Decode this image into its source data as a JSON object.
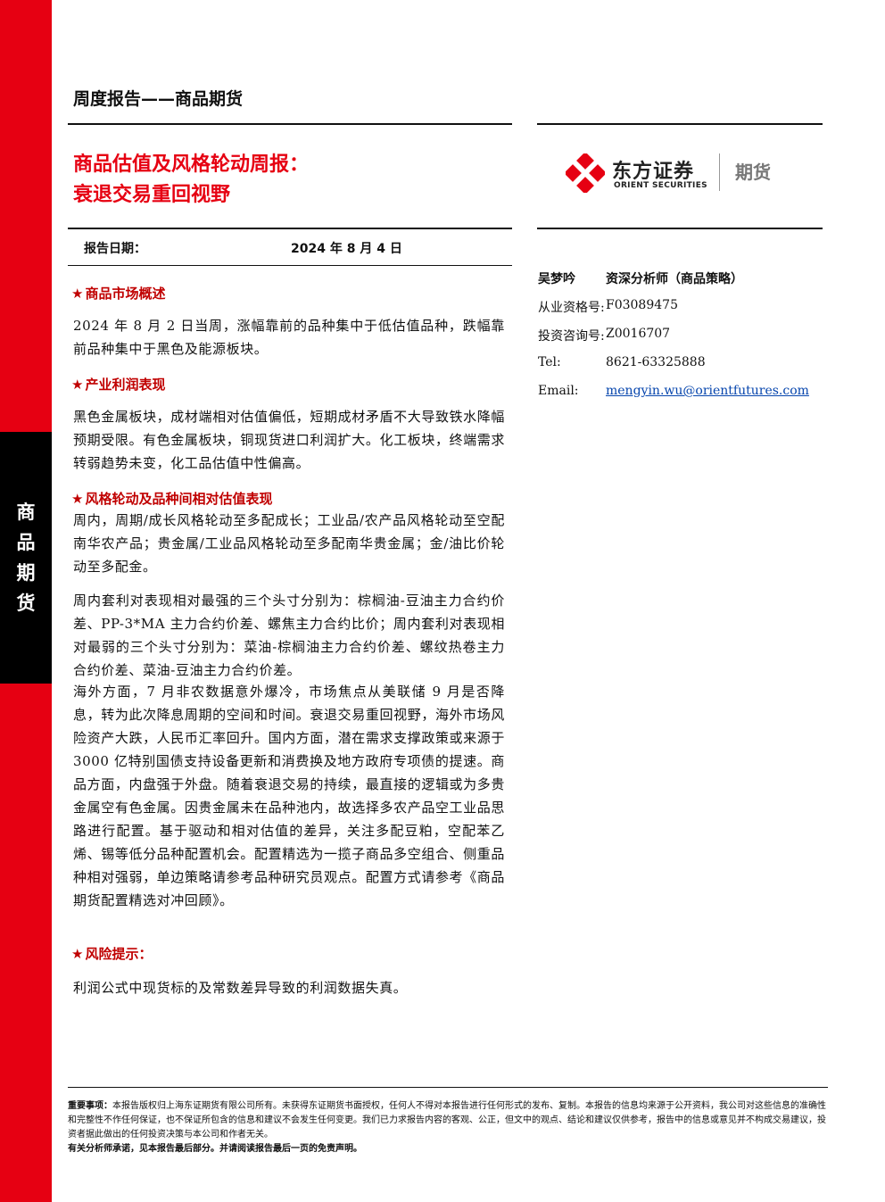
{
  "sidebar": {
    "tab_chars": [
      "商",
      "品",
      "期",
      "货"
    ]
  },
  "header": {
    "title": "周度报告——商品期货"
  },
  "report": {
    "title_line1": "商品估值及风格轮动周报：",
    "title_line2": "衰退交易重回视野",
    "date_label": "报告日期：",
    "date_value": "2024 年 8 月 4 日"
  },
  "logo": {
    "name": "东方证券",
    "sub": "ORIENT SECURITIES",
    "division": "期货",
    "brand_color": "#e60012"
  },
  "analyst": {
    "name": "吴梦吟",
    "role": "资深分析师（商品策略）",
    "qualification_label": "从业资格号:",
    "qualification_value": "F03089475",
    "consult_label": "投资咨询号:",
    "consult_value": "Z0016707",
    "tel_label": "Tel:",
    "tel_value": "8621-63325888",
    "email_label": "Email:",
    "email_value": "mengyin.wu@orientfutures.com"
  },
  "sections": [
    {
      "heading": "商品市场概述",
      "paragraphs": [
        "2024 年 8 月 2 日当周，涨幅靠前的品种集中于低估值品种，跌幅靠前品种集中于黑色及能源板块。"
      ]
    },
    {
      "heading": "产业利润表现",
      "paragraphs": [
        "黑色金属板块，成材端相对估值偏低，短期成材矛盾不大导致铁水降幅预期受限。有色金属板块，铜现货进口利润扩大。化工板块，终端需求转弱趋势未变，化工品估值中性偏高。"
      ]
    },
    {
      "heading": "风格轮动及品种间相对估值表现",
      "paragraphs": [
        "周内，周期/成长风格轮动至多配成长；工业品/农产品风格轮动至空配南华农产品；贵金属/工业品风格轮动至多配南华贵金属；金/油比价轮动至多配金。",
        "周内套利对表现相对最强的三个头寸分别为：棕榈油-豆油主力合约价差、PP-3*MA 主力合约价差、螺焦主力合约比价；周内套利对表现相对最弱的三个头寸分别为：菜油-棕榈油主力合约价差、螺纹热卷主力合约价差、菜油-豆油主力合约价差。",
        "海外方面，7 月非农数据意外爆冷，市场焦点从美联储 9 月是否降息，转为此次降息周期的空间和时间。衰退交易重回视野，海外市场风险资产大跌，人民币汇率回升。国内方面，潜在需求支撑政策或来源于 3000 亿特别国债支持设备更新和消费换及地方政府专项债的提速。商品方面，内盘强于外盘。随着衰退交易的持续，最直接的逻辑或为多贵金属空有色金属。因贵金属未在品种池内，故选择多农产品空工业品思路进行配置。基于驱动和相对估值的差异，关注多配豆粕，空配苯乙烯、锡等低分品种配置机会。配置精选为一揽子商品多空组合、侧重品种相对强弱，单边策略请参考品种研究员观点。配置方式请参考《商品期货配置精选对冲回顾》。"
      ]
    },
    {
      "heading": "风险提示：",
      "paragraphs": [
        "利润公式中现货标的及常数差异导致的利润数据失真。"
      ]
    }
  ],
  "footer": {
    "label": "重要事项：",
    "text": "本报告版权归上海东证期货有限公司所有。未获得东证期货书面授权，任何人不得对本报告进行任何形式的发布、复制。本报告的信息均来源于公开资料，我公司对这些信息的准确性和完整性不作任何保证，也不保证所包含的信息和建议不会发生任何变更。我们已力求报告内容的客观、公正，但文中的观点、结论和建议仅供参考，报告中的信息或意见并不构成交易建议，投资者据此做出的任何投资决策与本公司和作者无关。",
    "last_line": "有关分析师承诺，见本报告最后部分。并请阅读报告最后一页的免责声明。"
  }
}
